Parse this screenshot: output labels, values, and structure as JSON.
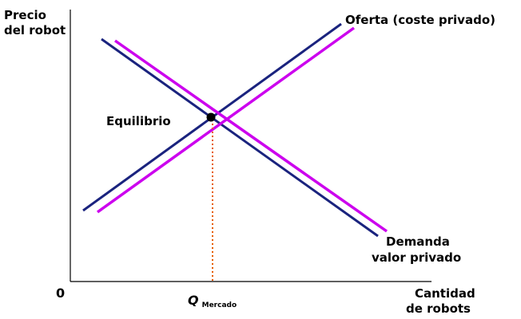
{
  "y_axis_label": {
    "line1": "Precio",
    "line2": "del robot"
  },
  "x_axis_label": {
    "line1": "Cantidad",
    "line2": "de robots"
  },
  "origin_label": "0",
  "q_label": {
    "main": "Q",
    "subscript": "Mercado"
  },
  "supply_label": "Oferta (coste privado)",
  "demand_label": {
    "line1": "Demanda",
    "line2": "valor privado"
  },
  "equilibrium_label": "Equilibrio",
  "colors": {
    "axis": "#000000",
    "private_curves": "#1a237e",
    "shifted_curves": "#cc00ee",
    "guide_line": "#e65c00",
    "equilibrium_point": "#000000"
  }
}
